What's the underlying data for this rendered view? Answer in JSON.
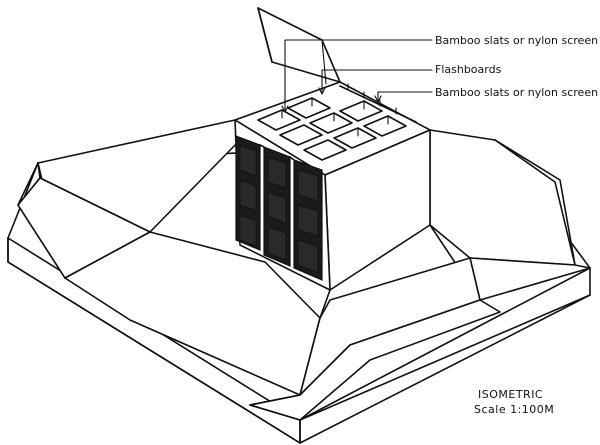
{
  "labels": {
    "screen_upstream": "Bamboo slats or nylon screen",
    "flashboards": "Flashboards",
    "screen_downstream": "Bamboo slats or nylon screen"
  },
  "caption": {
    "view": "ISOMETRIC",
    "scale": "Scale 1:100M"
  }
}
